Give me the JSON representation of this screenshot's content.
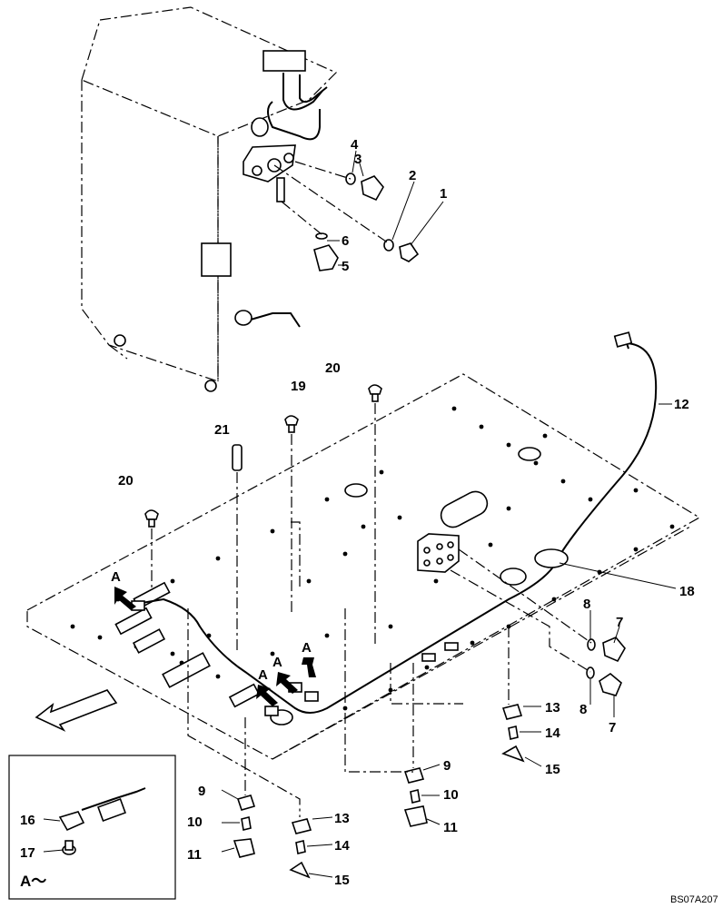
{
  "drawing_code": "BS07A207",
  "detail_label": "A～",
  "callout_letter": "A",
  "parts": [
    {
      "id": "p1",
      "label": "1"
    },
    {
      "id": "p2",
      "label": "2"
    },
    {
      "id": "p3",
      "label": "3"
    },
    {
      "id": "p4",
      "label": "4"
    },
    {
      "id": "p5",
      "label": "5"
    },
    {
      "id": "p6",
      "label": "6"
    },
    {
      "id": "p7a",
      "label": "7"
    },
    {
      "id": "p7b",
      "label": "7"
    },
    {
      "id": "p8a",
      "label": "8"
    },
    {
      "id": "p8b",
      "label": "8"
    },
    {
      "id": "p9a",
      "label": "9"
    },
    {
      "id": "p9b",
      "label": "9"
    },
    {
      "id": "p10a",
      "label": "10"
    },
    {
      "id": "p10b",
      "label": "10"
    },
    {
      "id": "p11a",
      "label": "11"
    },
    {
      "id": "p11b",
      "label": "11"
    },
    {
      "id": "p12",
      "label": "12"
    },
    {
      "id": "p13a",
      "label": "13"
    },
    {
      "id": "p13b",
      "label": "13"
    },
    {
      "id": "p14a",
      "label": "14"
    },
    {
      "id": "p14b",
      "label": "14"
    },
    {
      "id": "p15a",
      "label": "15"
    },
    {
      "id": "p15b",
      "label": "15"
    },
    {
      "id": "p16",
      "label": "16"
    },
    {
      "id": "p17",
      "label": "17"
    },
    {
      "id": "p18",
      "label": "18"
    },
    {
      "id": "p19",
      "label": "19"
    },
    {
      "id": "p20a",
      "label": "20"
    },
    {
      "id": "p20b",
      "label": "20"
    },
    {
      "id": "p21",
      "label": "21"
    }
  ]
}
